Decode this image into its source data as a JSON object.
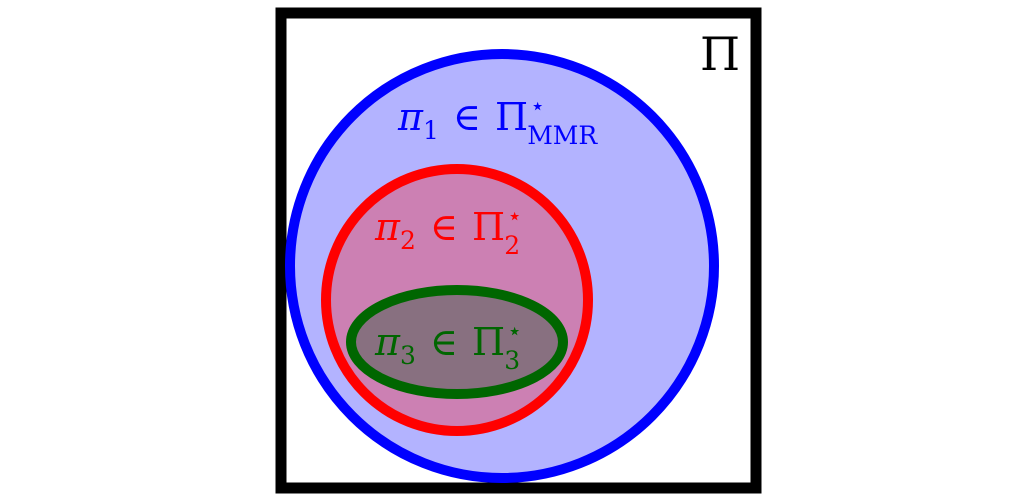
{
  "outer_set": {
    "label": "Π",
    "stroke": "#000000",
    "fill": "#ffffff"
  },
  "sets": [
    {
      "name": "mmr",
      "symbol": "π",
      "index": "1",
      "relation": "∈",
      "set_symbol": "Π",
      "superscript": "⋆",
      "subscript": "MMR",
      "stroke": "#0000ff",
      "fill": "#b3b3ff"
    },
    {
      "name": "level-2",
      "symbol": "π",
      "index": "2",
      "relation": "∈",
      "set_symbol": "Π",
      "superscript": "⋆",
      "subscript": "2",
      "stroke": "#ff0000",
      "fill": "#cc80b3"
    },
    {
      "name": "level-3",
      "symbol": "π",
      "index": "3",
      "relation": "∈",
      "set_symbol": "Π",
      "superscript": "⋆",
      "subscript": "3",
      "stroke": "#006600",
      "fill": "#887080"
    }
  ]
}
